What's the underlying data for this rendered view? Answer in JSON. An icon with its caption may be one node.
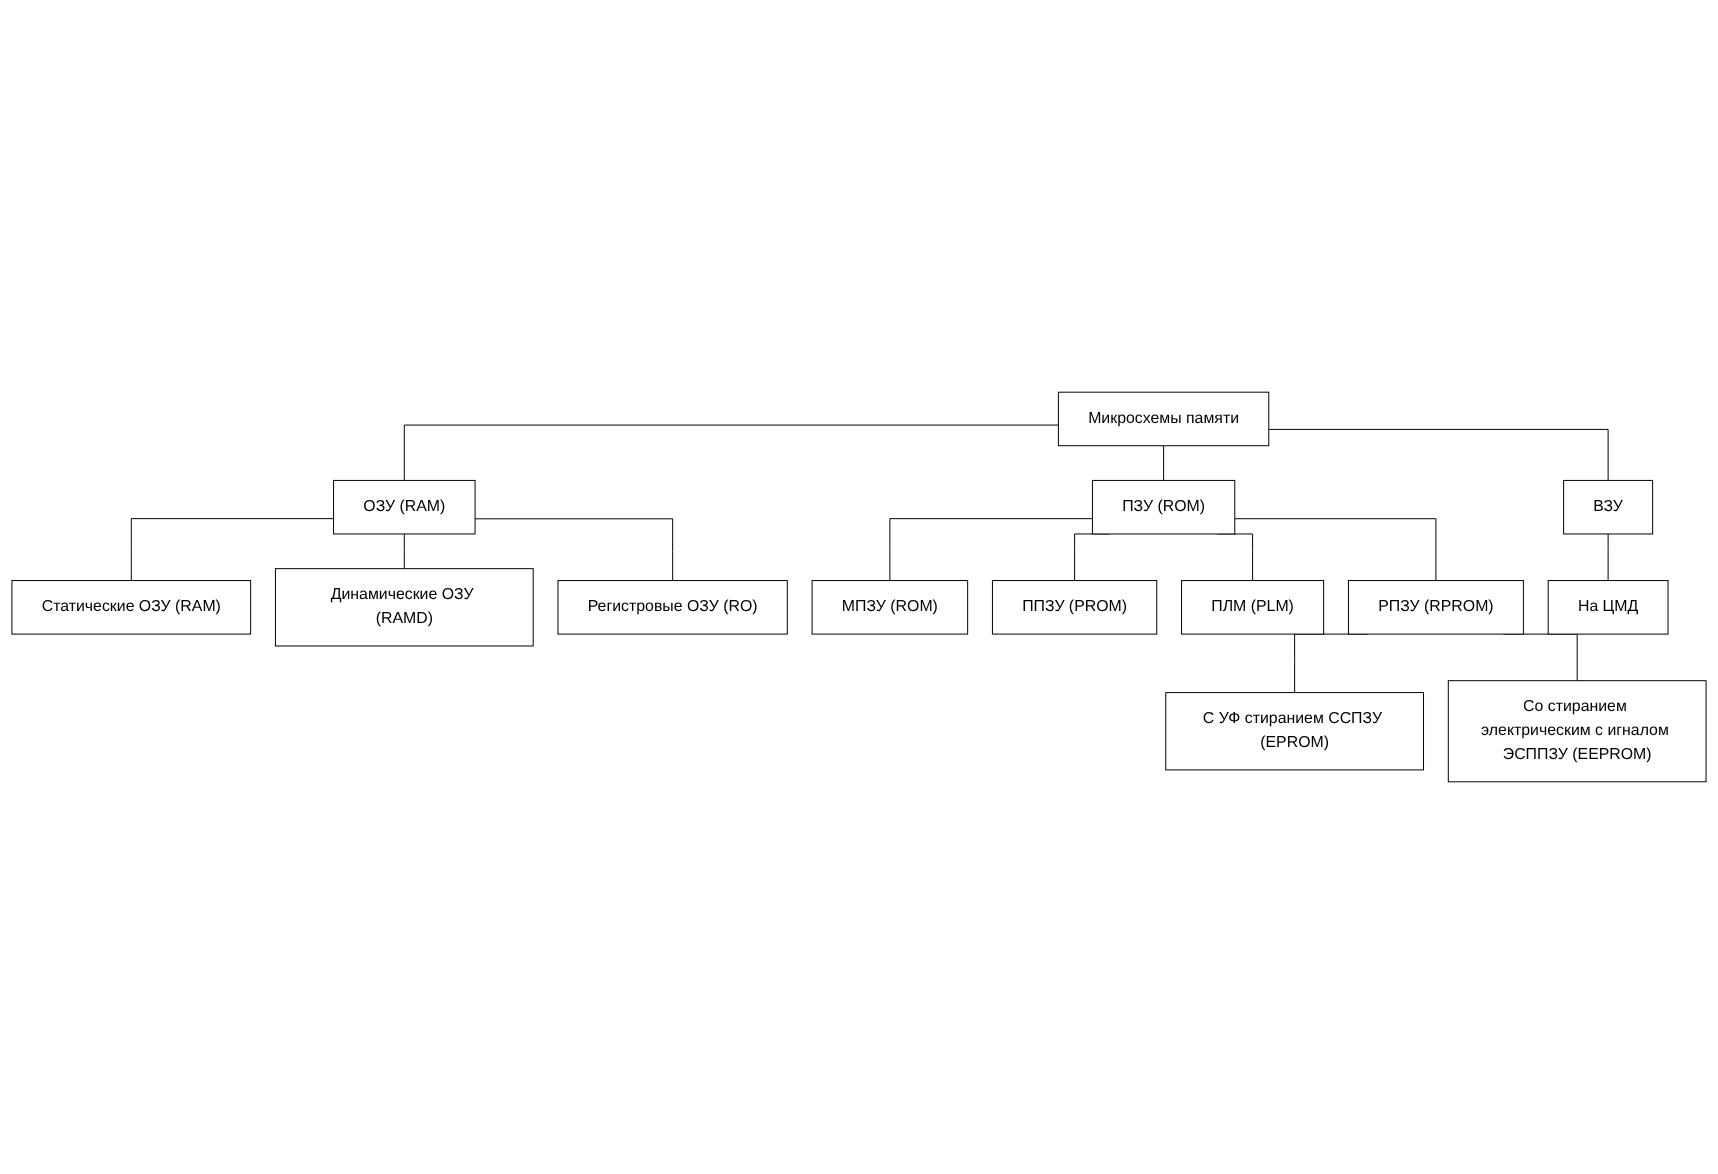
{
  "diagram": {
    "nodes": [
      {
        "text": [
          "Микросхемы памяти"
        ]
      },
      {
        "text": [
          "ОЗУ (RAM)"
        ]
      },
      {
        "text": [
          "ПЗУ (ROM)"
        ]
      },
      {
        "text": [
          "ВЗУ"
        ]
      },
      {
        "text": [
          "Статические ОЗУ (RAM)"
        ]
      },
      {
        "text": [
          "Динамические ОЗУ (RAMD)"
        ]
      },
      {
        "text": [
          "Регистровые ОЗУ (RO)"
        ]
      },
      {
        "text": [
          "МПЗУ (ROM)"
        ]
      },
      {
        "text": [
          "ППЗУ (PROM)"
        ]
      },
      {
        "text": [
          "ПЛМ (PLM)"
        ]
      },
      {
        "text": [
          "РПЗУ (RPROM)"
        ]
      },
      {
        "text": [
          "На ЦМД"
        ]
      },
      {
        "text": [
          "С УФ стиранием ССПЗУ (EPROM)"
        ]
      },
      {
        "text": [
          "Со стиранием электрическим с игналом ЭСППЗУ (EEPROM)"
        ]
      }
    ],
    "edges": [
      {
        "from": 0,
        "to": 1,
        "arrow": "none"
      },
      {
        "from": 0,
        "to": 2,
        "arrow": "none"
      },
      {
        "from": 0,
        "to": 3,
        "arrow": "none"
      },
      {
        "from": 1,
        "to": 4,
        "arrow": "none"
      },
      {
        "from": 1,
        "to": 5,
        "arrow": "none"
      },
      {
        "from": 1,
        "to": 6,
        "arrow": "none"
      },
      {
        "from": 2,
        "to": 7,
        "arrow": "none"
      },
      {
        "from": 2,
        "to": 8,
        "arrow": "none"
      },
      {
        "from": 2,
        "to": 9,
        "arrow": "none"
      },
      {
        "from": 2,
        "to": 10,
        "arrow": "none"
      },
      {
        "from": 3,
        "to": 11,
        "arrow": "none"
      },
      {
        "from": 10,
        "to": 12,
        "arrow": "none"
      },
      {
        "from": 10,
        "to": 13,
        "arrow": "none"
      }
    ]
  }
}
